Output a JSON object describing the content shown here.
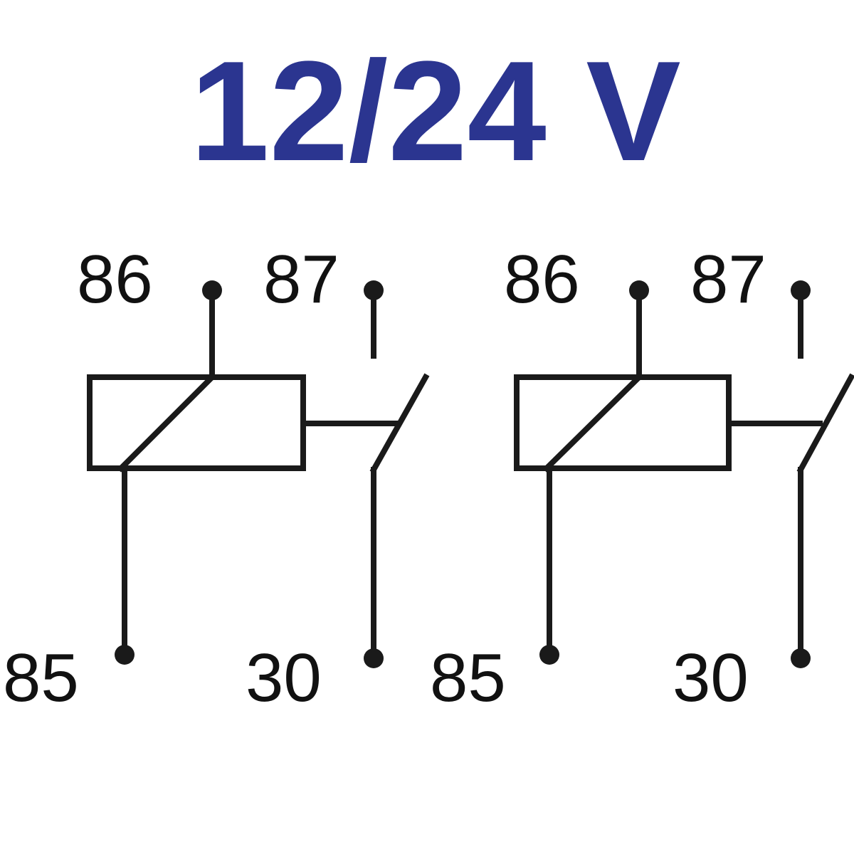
{
  "header": {
    "voltage_label": "12/24 V",
    "color": "#2b3590"
  },
  "relays": [
    {
      "pins": {
        "coil_top": "86",
        "contact_top": "87",
        "coil_bottom": "85",
        "contact_bottom": "30"
      }
    },
    {
      "pins": {
        "coil_top": "86",
        "contact_top": "87",
        "coil_bottom": "85",
        "contact_bottom": "30"
      }
    }
  ],
  "colors": {
    "line": "#1a1a1a",
    "text": "#111111"
  }
}
